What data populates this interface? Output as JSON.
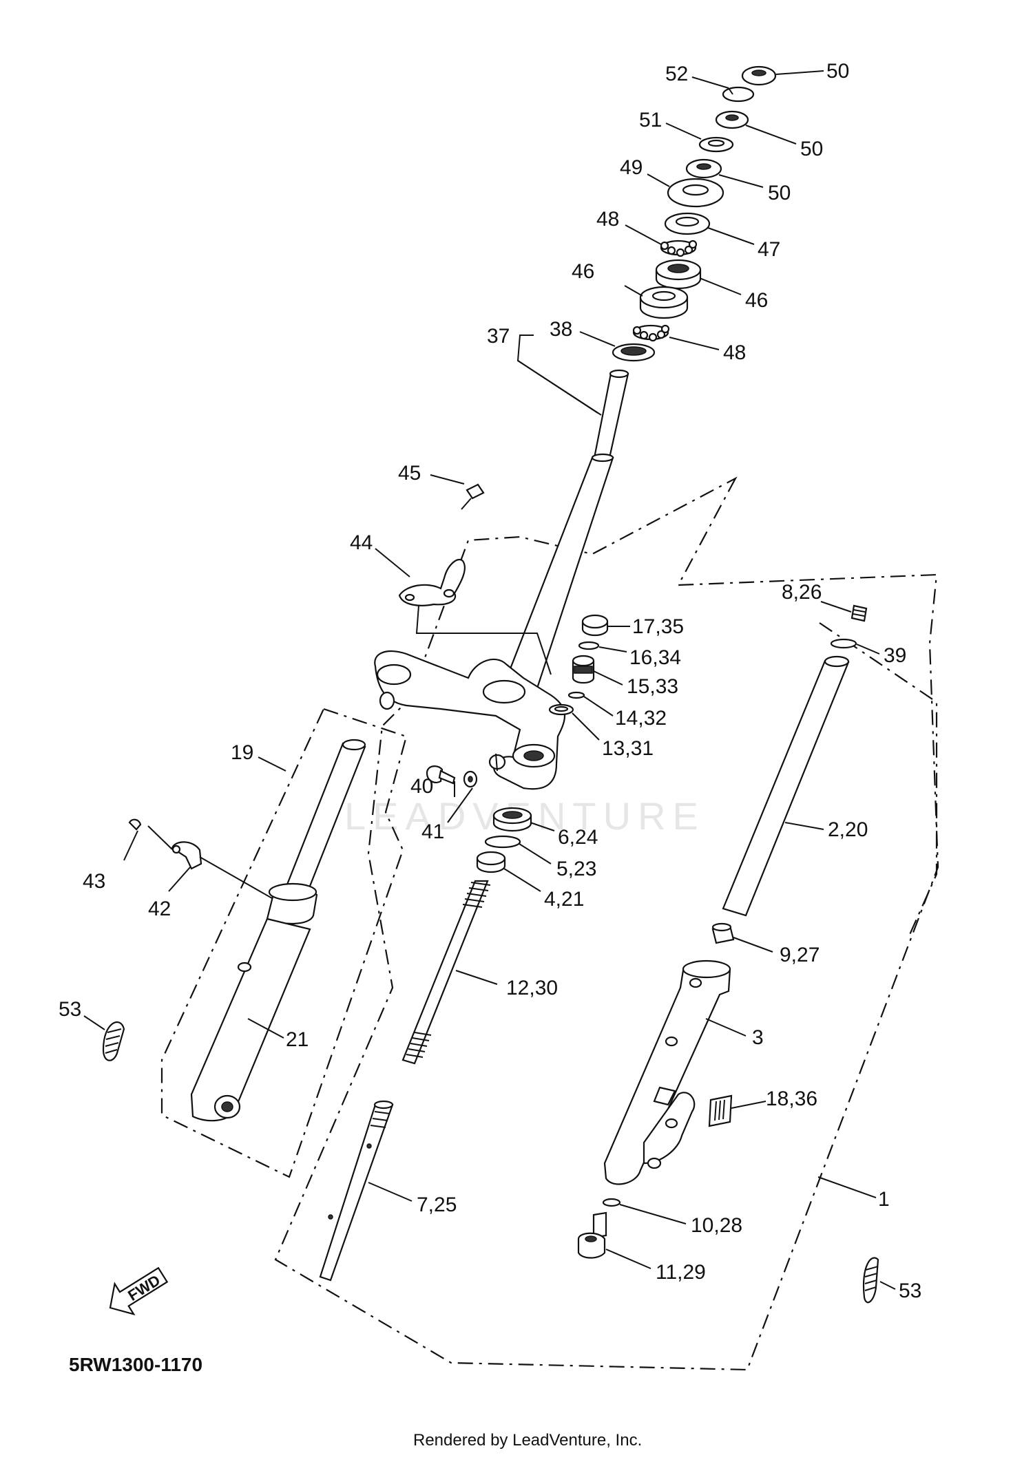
{
  "diagram": {
    "code": "5RW1300-1170",
    "footer": "Rendered by LeadVenture, Inc.",
    "watermark": "LEADVENTURE",
    "fwd_label": "FWD",
    "labels": {
      "l52": "52",
      "l50a": "50",
      "l51": "51",
      "l50b": "50",
      "l49": "49",
      "l50c": "50",
      "l48a": "48",
      "l47": "47",
      "l46a": "46",
      "l46b": "46",
      "l37": "37",
      "l38": "38",
      "l48b": "48",
      "l45": "45",
      "l44": "44",
      "l1735": "17,35",
      "l826": "8,26",
      "l1634": "16,34",
      "l39": "39",
      "l1533": "15,33",
      "l1432": "14,32",
      "l1331": "13,31",
      "l19": "19",
      "l40": "40",
      "l41": "41",
      "l624": "6,24",
      "l220": "2,20",
      "l523": "5,23",
      "l43": "43",
      "l421": "4,21",
      "l42": "42",
      "l927": "9,27",
      "l1230": "12,30",
      "l53a": "53",
      "l21": "21",
      "l3": "3",
      "l1836": "18,36",
      "l725": "7,25",
      "l1": "1",
      "l1028": "10,28",
      "l1129": "11,29",
      "l53b": "53"
    }
  }
}
